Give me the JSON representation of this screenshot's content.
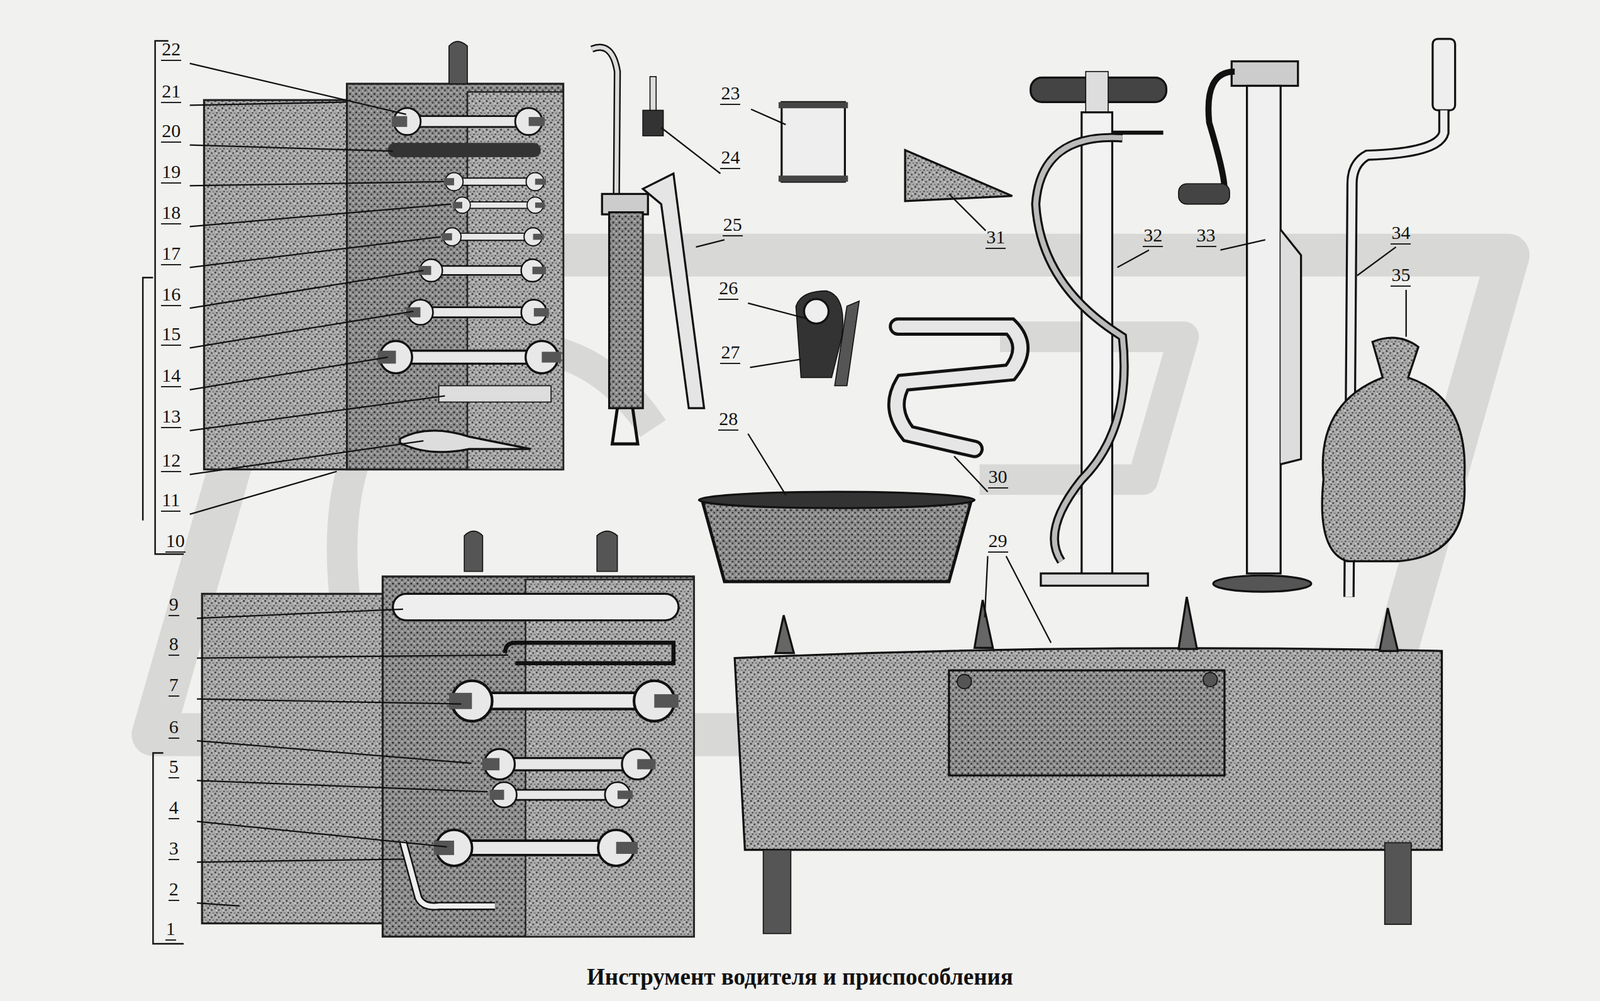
{
  "diagram": {
    "caption": "Инструмент водителя и приспособления",
    "labels": [
      "22",
      "21",
      "20",
      "19",
      "18",
      "17",
      "16",
      "15",
      "14",
      "13",
      "12",
      "11",
      "10",
      "9",
      "8",
      "7",
      "6",
      "5",
      "4",
      "3",
      "2",
      "1",
      "23",
      "24",
      "25",
      "26",
      "27",
      "28",
      "29",
      "30",
      "31",
      "32",
      "33",
      "34",
      "35"
    ]
  }
}
